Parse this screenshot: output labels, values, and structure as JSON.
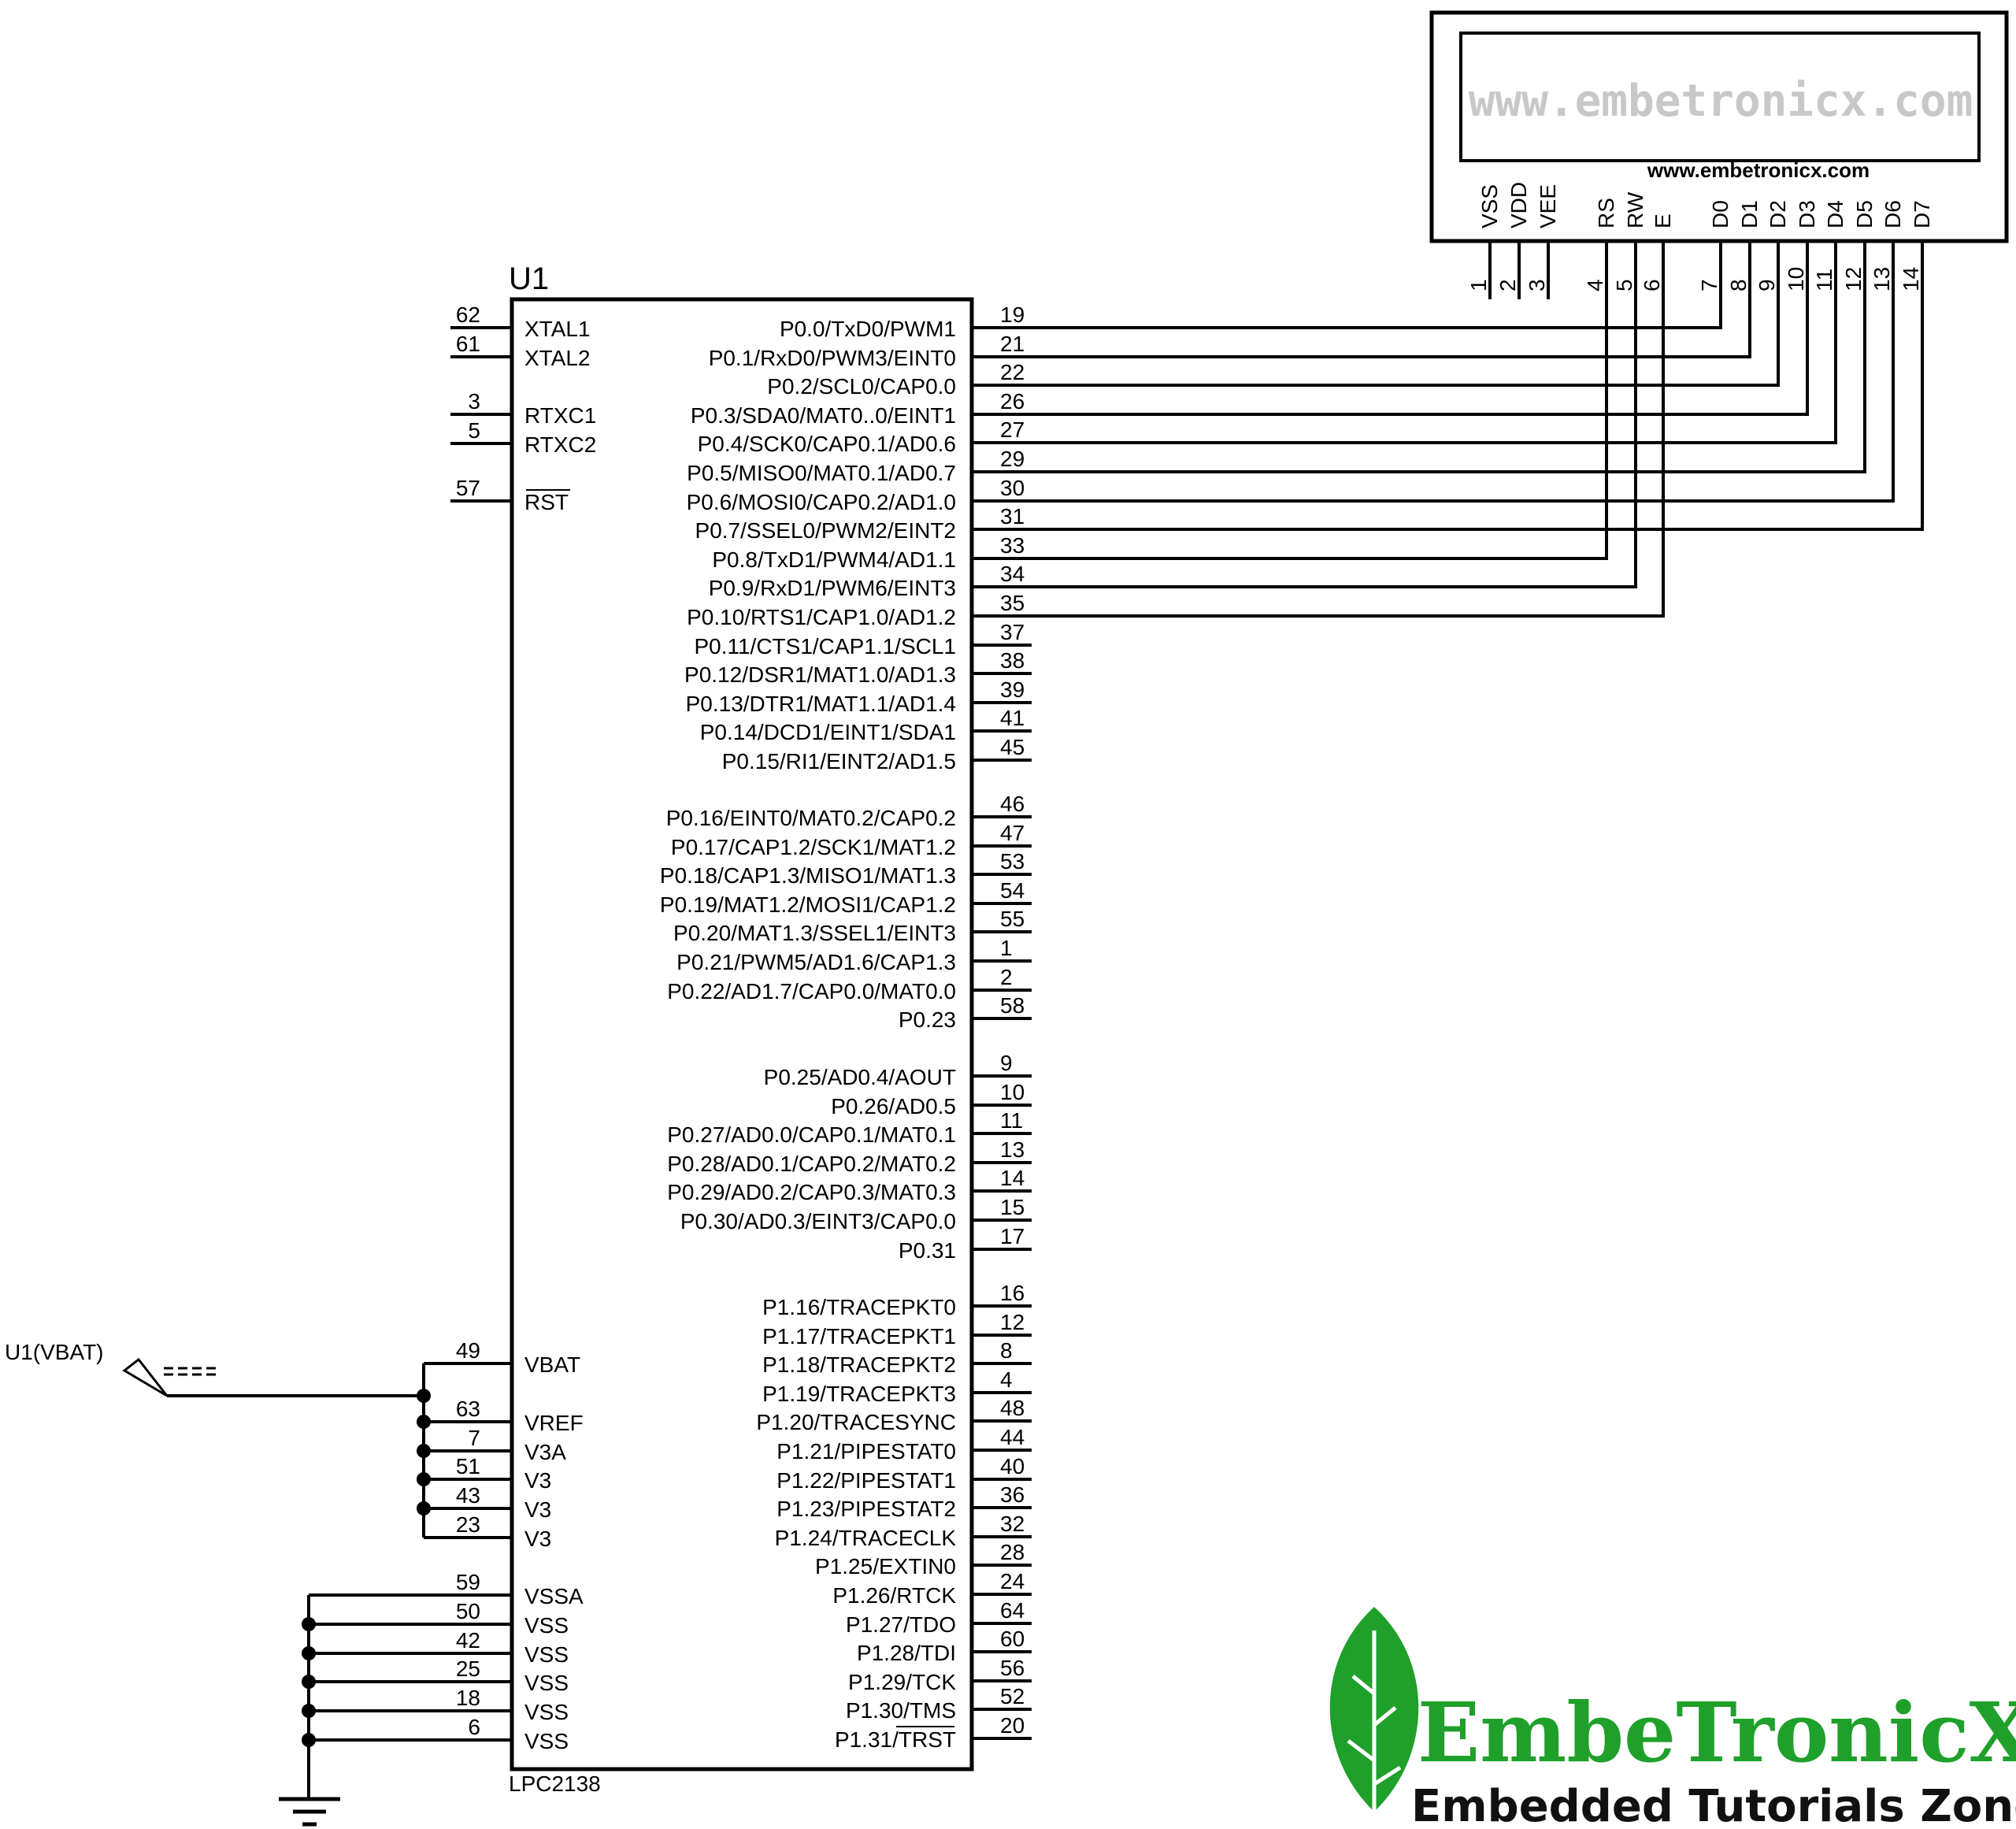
{
  "chip": {
    "ref": "U1",
    "part": "LPC2138",
    "left_pins": [
      {
        "num": "62",
        "name": "XTAL1"
      },
      {
        "num": "61",
        "name": "XTAL2"
      },
      {
        "num": "3",
        "name": "RTXC1"
      },
      {
        "num": "5",
        "name": "RTXC2"
      },
      {
        "num": "57",
        "name": "RST"
      },
      {
        "num": "49",
        "name": "VBAT"
      },
      {
        "num": "63",
        "name": "VREF"
      },
      {
        "num": "7",
        "name": "V3A"
      },
      {
        "num": "51",
        "name": "V3"
      },
      {
        "num": "43",
        "name": "V3"
      },
      {
        "num": "23",
        "name": "V3"
      },
      {
        "num": "59",
        "name": "VSSA"
      },
      {
        "num": "50",
        "name": "VSS"
      },
      {
        "num": "42",
        "name": "VSS"
      },
      {
        "num": "25",
        "name": "VSS"
      },
      {
        "num": "18",
        "name": "VSS"
      },
      {
        "num": "6",
        "name": "VSS"
      }
    ],
    "right_pins": [
      {
        "num": "19",
        "name": "P0.0/TxD0/PWM1"
      },
      {
        "num": "21",
        "name": "P0.1/RxD0/PWM3/EINT0"
      },
      {
        "num": "22",
        "name": "P0.2/SCL0/CAP0.0"
      },
      {
        "num": "26",
        "name": "P0.3/SDA0/MAT0..0/EINT1"
      },
      {
        "num": "27",
        "name": "P0.4/SCK0/CAP0.1/AD0.6"
      },
      {
        "num": "29",
        "name": "P0.5/MISO0/MAT0.1/AD0.7"
      },
      {
        "num": "30",
        "name": "P0.6/MOSI0/CAP0.2/AD1.0"
      },
      {
        "num": "31",
        "name": "P0.7/SSEL0/PWM2/EINT2"
      },
      {
        "num": "33",
        "name": "P0.8/TxD1/PWM4/AD1.1"
      },
      {
        "num": "34",
        "name": "P0.9/RxD1/PWM6/EINT3"
      },
      {
        "num": "35",
        "name": "P0.10/RTS1/CAP1.0/AD1.2"
      },
      {
        "num": "37",
        "name": "P0.11/CTS1/CAP1.1/SCL1"
      },
      {
        "num": "38",
        "name": "P0.12/DSR1/MAT1.0/AD1.3"
      },
      {
        "num": "39",
        "name": "P0.13/DTR1/MAT1.1/AD1.4"
      },
      {
        "num": "41",
        "name": "P0.14/DCD1/EINT1/SDA1"
      },
      {
        "num": "45",
        "name": "P0.15/RI1/EINT2/AD1.5"
      },
      {
        "num": "46",
        "name": "P0.16/EINT0/MAT0.2/CAP0.2"
      },
      {
        "num": "47",
        "name": "P0.17/CAP1.2/SCK1/MAT1.2"
      },
      {
        "num": "53",
        "name": "P0.18/CAP1.3/MISO1/MAT1.3"
      },
      {
        "num": "54",
        "name": "P0.19/MAT1.2/MOSI1/CAP1.2"
      },
      {
        "num": "55",
        "name": "P0.20/MAT1.3/SSEL1/EINT3"
      },
      {
        "num": "1",
        "name": "P0.21/PWM5/AD1.6/CAP1.3"
      },
      {
        "num": "2",
        "name": "P0.22/AD1.7/CAP0.0/MAT0.0"
      },
      {
        "num": "58",
        "name": "P0.23"
      },
      {
        "num": "9",
        "name": "P0.25/AD0.4/AOUT"
      },
      {
        "num": "10",
        "name": "P0.26/AD0.5"
      },
      {
        "num": "11",
        "name": "P0.27/AD0.0/CAP0.1/MAT0.1"
      },
      {
        "num": "13",
        "name": "P0.28/AD0.1/CAP0.2/MAT0.2"
      },
      {
        "num": "14",
        "name": "P0.29/AD0.2/CAP0.3/MAT0.3"
      },
      {
        "num": "15",
        "name": "P0.30/AD0.3/EINT3/CAP0.0"
      },
      {
        "num": "17",
        "name": "P0.31"
      },
      {
        "num": "16",
        "name": "P1.16/TRACEPKT0"
      },
      {
        "num": "12",
        "name": "P1.17/TRACEPKT1"
      },
      {
        "num": "8",
        "name": "P1.18/TRACEPKT2"
      },
      {
        "num": "4",
        "name": "P1.19/TRACEPKT3"
      },
      {
        "num": "48",
        "name": "P1.20/TRACESYNC"
      },
      {
        "num": "44",
        "name": "P1.21/PIPESTAT0"
      },
      {
        "num": "40",
        "name": "P1.22/PIPESTAT1"
      },
      {
        "num": "36",
        "name": "P1.23/PIPESTAT2"
      },
      {
        "num": "32",
        "name": "P1.24/TRACECLK"
      },
      {
        "num": "28",
        "name": "P1.25/EXTIN0"
      },
      {
        "num": "24",
        "name": "P1.26/RTCK"
      },
      {
        "num": "64",
        "name": "P1.27/TDO"
      },
      {
        "num": "60",
        "name": "P1.28/TDI"
      },
      {
        "num": "56",
        "name": "P1.29/TCK"
      },
      {
        "num": "52",
        "name": "P1.30/TMS"
      },
      {
        "num": "20",
        "name": "P1.31/TRST"
      }
    ]
  },
  "lcd": {
    "screen_text": "www.embetronicx.com",
    "site_label": "www.embetronicx.com",
    "pins": [
      {
        "num": "1",
        "name": "VSS"
      },
      {
        "num": "2",
        "name": "VDD"
      },
      {
        "num": "3",
        "name": "VEE"
      },
      {
        "num": "4",
        "name": "RS"
      },
      {
        "num": "5",
        "name": "RW"
      },
      {
        "num": "6",
        "name": "E"
      },
      {
        "num": "7",
        "name": "D0"
      },
      {
        "num": "8",
        "name": "D1"
      },
      {
        "num": "9",
        "name": "D2"
      },
      {
        "num": "10",
        "name": "D3"
      },
      {
        "num": "11",
        "name": "D4"
      },
      {
        "num": "12",
        "name": "D5"
      },
      {
        "num": "13",
        "name": "D6"
      },
      {
        "num": "14",
        "name": "D7"
      }
    ]
  },
  "vbat_label": "U1(VBAT)",
  "brand": {
    "name": "EmbeTronicX",
    "tagline": "Embedded Tutorials Zone",
    "leaf_color": "#1fa02a"
  }
}
